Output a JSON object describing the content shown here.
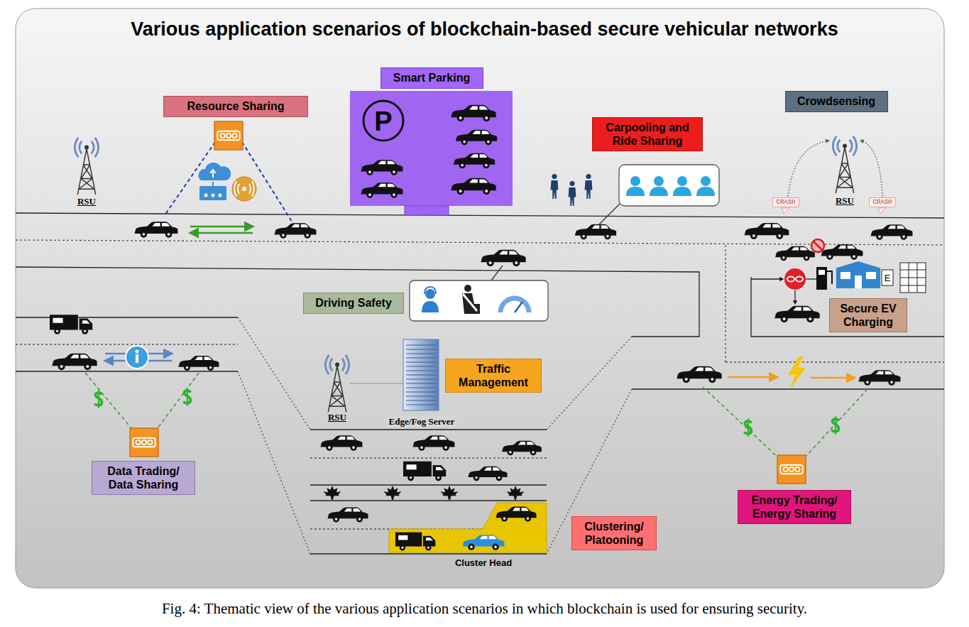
{
  "diagram": {
    "title": "Various application scenarios of blockchain-based secure vehicular networks",
    "caption": "Fig. 4: Thematic view of the various application scenarios in which blockchain is used for ensuring security.",
    "nodes": [
      {
        "text": [
          "Resource Sharing"
        ]
      },
      {
        "text": [
          "Smart Parking"
        ]
      },
      {
        "text": [
          "Carpooling and Ride Sharing"
        ]
      },
      {
        "text": [
          "Crowdsensing"
        ]
      },
      {
        "text": [
          "CRASH"
        ]
      },
      {
        "text": [
          "CRASH"
        ]
      },
      {
        "text": [
          "Driving Safety"
        ]
      },
      {
        "text": [
          "Secure EV Charging"
        ]
      },
      {
        "text": [
          "Traffic Management"
        ]
      },
      {
        "text": [
          "Data Trading/ Data Sharing"
        ]
      },
      {
        "text": [
          "Energy Trading/ Energy Sharing"
        ]
      },
      {
        "text": [
          "Clustering/ Platooning"
        ]
      }
    ],
    "labels": [
      "RSU",
      "P",
      "RSU",
      "E",
      "RSU",
      "Edge/Fog Server",
      "Cluster Head"
    ]
  }
}
